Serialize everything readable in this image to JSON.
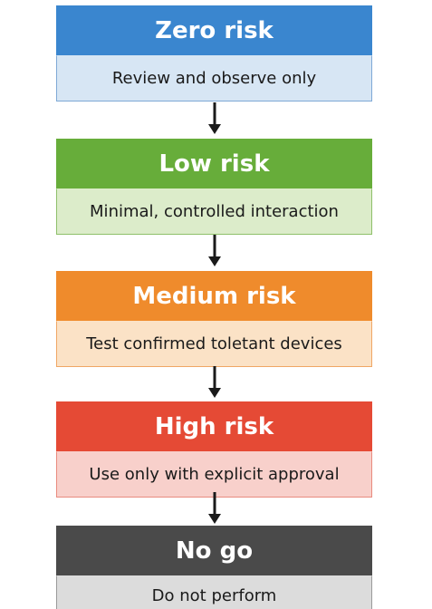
{
  "levels": [
    {
      "title": "Zero risk",
      "description": "Review and observe only",
      "head_color": "#3a86cf",
      "body_color": "#d7e6f4",
      "border_color": "#7fa9d6"
    },
    {
      "title": "Low risk",
      "description": "Minimal, controlled interaction",
      "head_color": "#67ad3a",
      "body_color": "#dcecca",
      "border_color": "#8fc06a"
    },
    {
      "title": "Medium risk",
      "description": "Test confirmed toletant devices",
      "head_color": "#ef8b2c",
      "body_color": "#fbe2c6",
      "border_color": "#f0a765"
    },
    {
      "title": "High risk",
      "description": "Use only with explicit approval",
      "head_color": "#e54a35",
      "body_color": "#f8d0cb",
      "border_color": "#e98b7f"
    },
    {
      "title": "No go",
      "description": "Do not perform",
      "head_color": "#4a4a4a",
      "body_color": "#dcdcdc",
      "border_color": "#9a9a9a"
    }
  ],
  "arrow_color": "#1a1a1a"
}
